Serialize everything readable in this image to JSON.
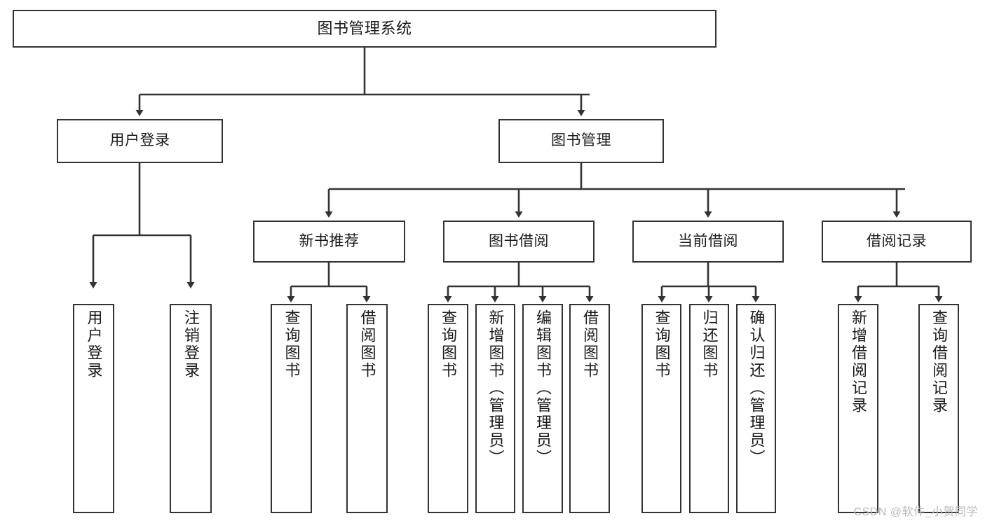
{
  "diagram": {
    "title": "图书管理系统",
    "type": "tree-hierarchy-chart",
    "line_color": "#333333",
    "box_fill": "#ffffff",
    "text_color": "#1a1a1a"
  },
  "root": {
    "label": "图书管理系统"
  },
  "level2": [
    {
      "label": "用户登录"
    },
    {
      "label": "图书管理"
    }
  ],
  "level3": [
    {
      "label": "新书推荐"
    },
    {
      "label": "图书借阅"
    },
    {
      "label": "当前借阅"
    },
    {
      "label": "借阅记录"
    }
  ],
  "leaves": {
    "user_login": [
      {
        "label": "用户登录"
      },
      {
        "label": "注销登录"
      }
    ],
    "new_book_recommend": [
      {
        "label": "查询图书"
      },
      {
        "label": "借阅图书"
      }
    ],
    "book_borrow": [
      {
        "label": "查询图书"
      },
      {
        "label": "新增图书（管理员）"
      },
      {
        "label": "编辑图书（管理员）"
      },
      {
        "label": "借阅图书"
      }
    ],
    "current_borrow": [
      {
        "label": "查询图书"
      },
      {
        "label": "归还图书"
      },
      {
        "label": "确认归还（管理员）"
      }
    ],
    "borrow_record": [
      {
        "label": "新增借阅记录"
      },
      {
        "label": "查询借阅记录"
      }
    ]
  },
  "watermark": {
    "text": "CSDN @软件_小贺同学",
    "color": "#b9b9b9"
  }
}
